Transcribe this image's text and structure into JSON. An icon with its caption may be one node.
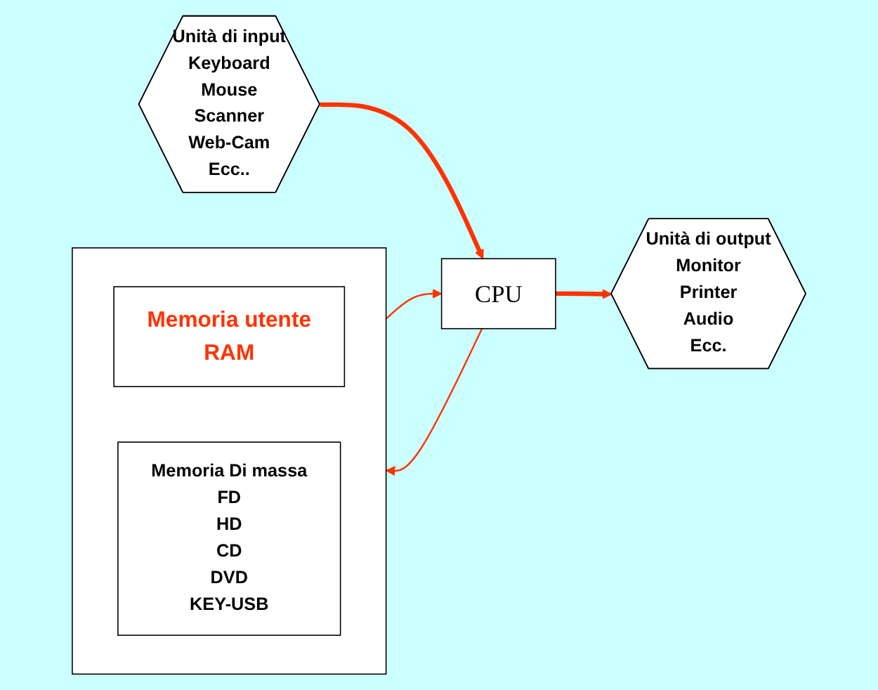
{
  "diagram": {
    "nodes": [
      {
        "text": [],
        "shape": "box"
      },
      {
        "text": [
          "Memoria utente",
          "RAM"
        ],
        "in": 0
      },
      {
        "text": [
          "Memoria Di massa",
          "FD",
          "HD",
          "CD",
          "DVD",
          "KEY-USB"
        ],
        "in": 0
      },
      {
        "text": [
          "Unità di input",
          "Keyboard",
          "Mouse",
          "Scanner",
          "Web-Cam",
          "Ecc.."
        ]
      },
      {
        "text": [
          "CPU"
        ]
      },
      {
        "text": [
          "Unità di output",
          "Monitor",
          "Printer",
          "Audio",
          "Ecc."
        ]
      }
    ],
    "edges": [
      {
        "from": 0,
        "to": 4,
        "arrow": "to"
      },
      {
        "from": 4,
        "to": 0,
        "arrow": "to"
      },
      {
        "from": 3,
        "to": 4,
        "arrow": "to",
        "style": "thick"
      },
      {
        "from": 4,
        "to": 5,
        "arrow": "to",
        "style": "thick"
      }
    ]
  }
}
